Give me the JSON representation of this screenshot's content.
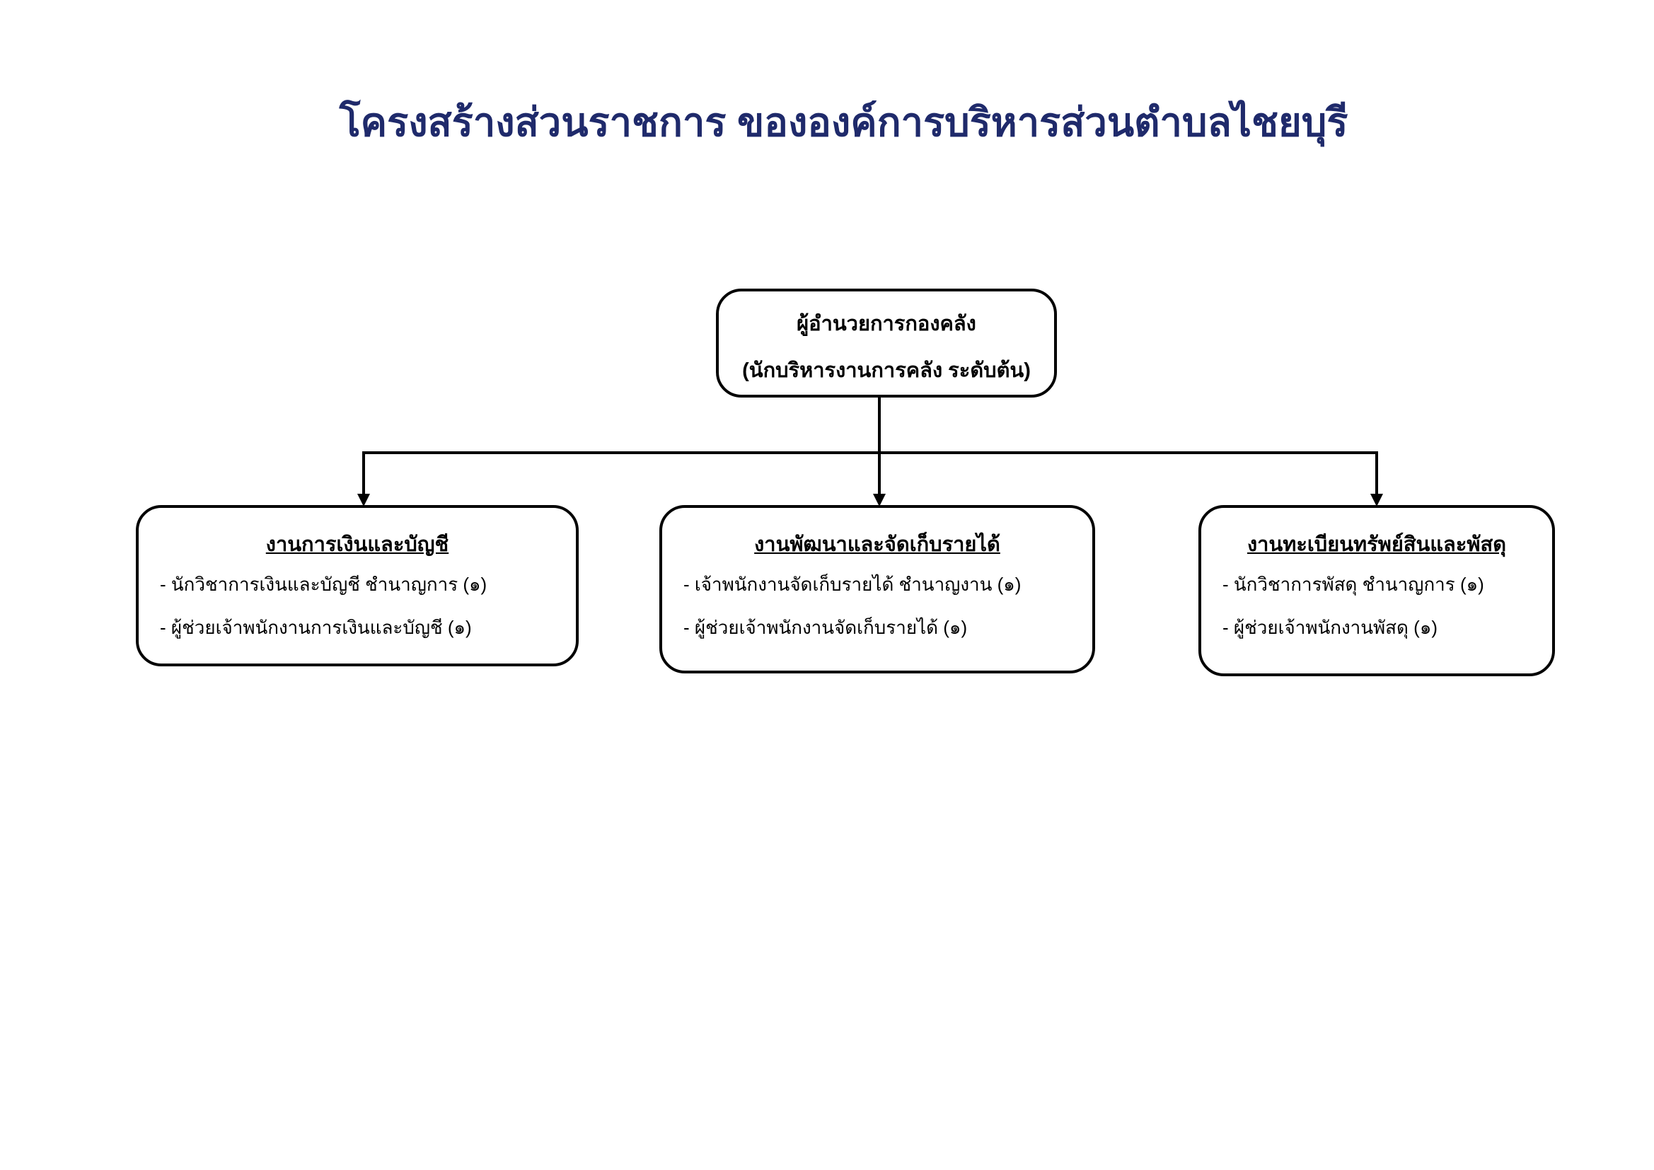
{
  "title": "โครงสร้างส่วนราชการ ขององค์การบริหารส่วนตำบลไชยบุรี",
  "head": {
    "line1": "ผู้อำนวยการกองคลัง",
    "line2": "(นักบริหารงานการคลัง ระดับต้น)"
  },
  "units": [
    {
      "name": "งานการเงินและบัญชี",
      "items": [
        "- นักวิชาการเงินและบัญชี ชำนาญการ (๑)",
        "- ผู้ช่วยเจ้าพนักงานการเงินและบัญชี (๑)"
      ]
    },
    {
      "name": "งานพัฒนาและจัดเก็บรายได้",
      "items": [
        "- เจ้าพนักงานจัดเก็บรายได้ ชำนาญงาน (๑)",
        "- ผู้ช่วยเจ้าพนักงานจัดเก็บรายได้ (๑)"
      ]
    },
    {
      "name": "งานทะเบียนทรัพย์สินและพัสดุ",
      "items": [
        "- นักวิชาการพัสดุ ชำนาญการ (๑)",
        "- ผู้ช่วยเจ้าพนักงานพัสดุ (๑)"
      ]
    }
  ],
  "colors": {
    "title": "#1f2a6b",
    "lines": "#000000"
  }
}
